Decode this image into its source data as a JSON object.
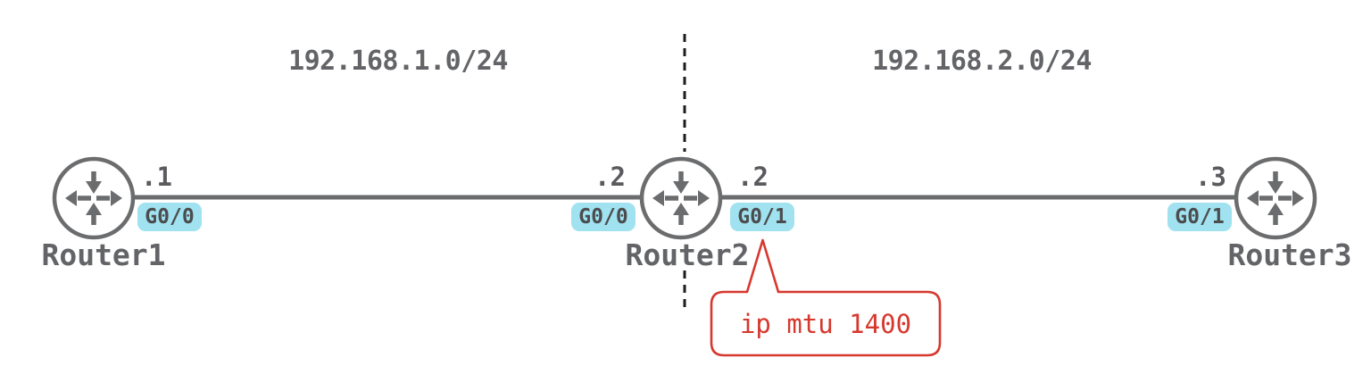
{
  "diagram": {
    "type": "network-topology",
    "colors": {
      "line_gray": "#6b6c6e",
      "text_gray": "#636467",
      "badge_background": "#a0e2f0",
      "badge_text": "#4b4c4e",
      "callout_red": "#d6382e",
      "divider_black": "#1c1c1c"
    },
    "networks": [
      {
        "label": "192.168.1.0/24"
      },
      {
        "label": "192.168.2.0/24"
      }
    ],
    "routers": [
      {
        "name": "Router1"
      },
      {
        "name": "Router2"
      },
      {
        "name": "Router3"
      }
    ],
    "interfaces": [
      {
        "router": "Router1",
        "port": "G0/0",
        "octet": ".1"
      },
      {
        "router": "Router2",
        "port": "G0/0",
        "octet": ".2"
      },
      {
        "router": "Router2",
        "port": "G0/1",
        "octet": ".2"
      },
      {
        "router": "Router3",
        "port": "G0/1",
        "octet": ".3"
      }
    ],
    "callout": {
      "text": "ip mtu 1400",
      "target": "Router2 G0/1"
    }
  }
}
